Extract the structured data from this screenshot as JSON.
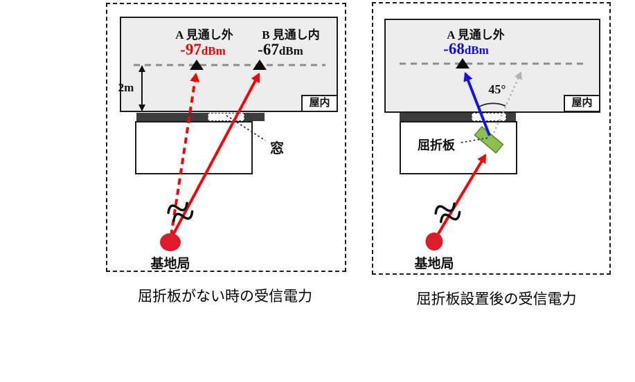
{
  "left": {
    "caption": "屈折板がない時の受信電力",
    "room_label": "屋内",
    "window_label": "窓",
    "base_station": "基地局",
    "height": "2m",
    "point_a": {
      "header": "A 見通し外",
      "value": "-97",
      "unit": "dBm",
      "value_color": "#f20000"
    },
    "point_b": {
      "header": "B 見通し内",
      "value": "-67",
      "unit": "dBm",
      "value_color": "#111111"
    }
  },
  "right": {
    "caption": "屈折板設置後の受信電力",
    "room_label": "屋内",
    "plate_label": "屈折板",
    "base_station": "基地局",
    "angle": "45°",
    "point_a": {
      "header": "A 見通し外",
      "value": "-68",
      "unit": "dBm",
      "value_color": "#0b0bee"
    }
  },
  "colors": {
    "beam_red": "#f40404",
    "beam_blue": "#1414f0",
    "ghost_gray": "#b3b3b3",
    "plate_green": "#8cc152",
    "receiver_line_gray": "#8c8c8c",
    "wall_dark": "#3d3d3d",
    "base_station_red": "#de1b2b"
  }
}
